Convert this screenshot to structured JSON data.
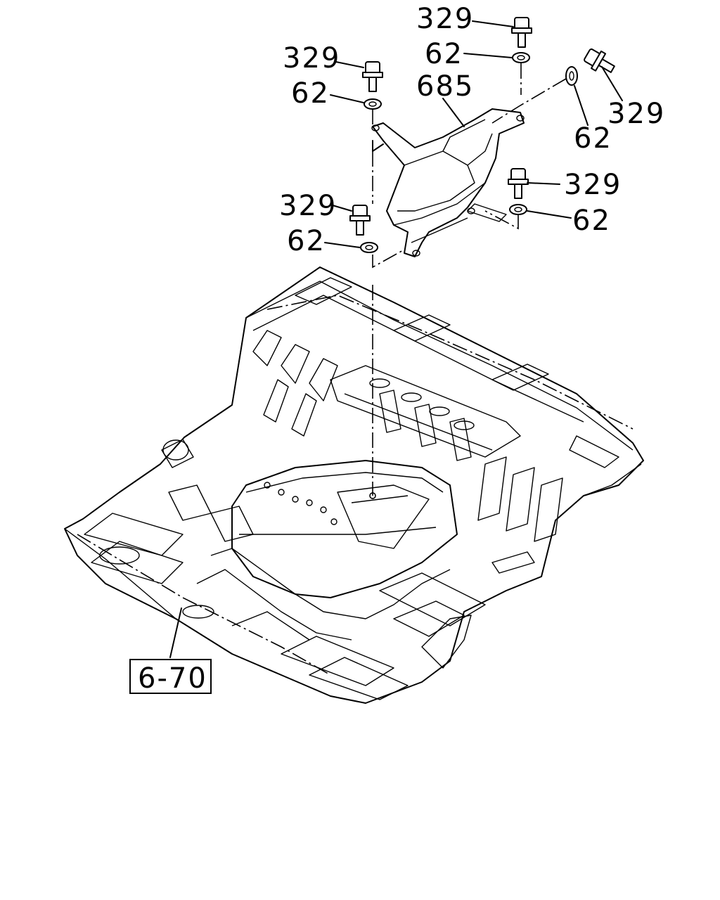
{
  "callouts": [
    {
      "id": "bolt-a",
      "text": "329"
    },
    {
      "id": "washer-a",
      "text": "62"
    },
    {
      "id": "bolt-b",
      "text": "329"
    },
    {
      "id": "washer-b",
      "text": "62"
    },
    {
      "id": "bracket",
      "text": "685"
    },
    {
      "id": "bolt-c",
      "text": "329"
    },
    {
      "id": "washer-c",
      "text": "62"
    },
    {
      "id": "bolt-d",
      "text": "329"
    },
    {
      "id": "washer-d",
      "text": "62"
    },
    {
      "id": "bolt-e",
      "text": "329"
    },
    {
      "id": "washer-e",
      "text": "62"
    }
  ],
  "reference": {
    "text": "6-70"
  }
}
